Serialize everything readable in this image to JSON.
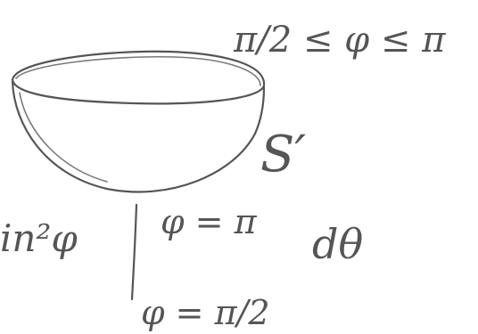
{
  "annotations": {
    "phi_range": "π/2 ≤ φ ≤ π",
    "surface_label": "S′",
    "sin_fragment": "in²φ",
    "phi_eq_pi": "φ = π",
    "dtheta": "dθ",
    "phi_eq_pi_half": "φ = π/2"
  }
}
